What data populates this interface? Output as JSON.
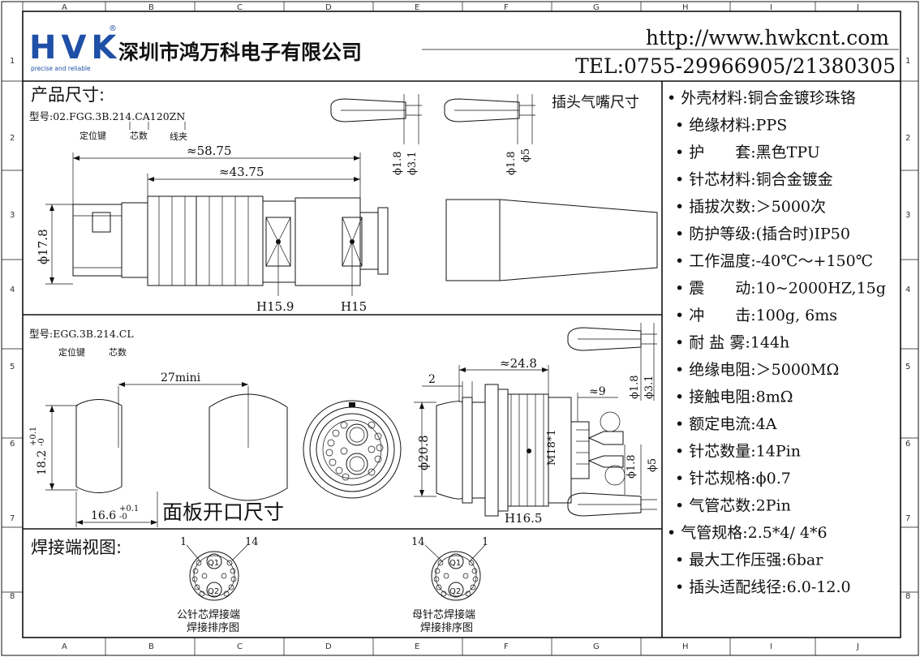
{
  "grid": {
    "cols": [
      "A",
      "B",
      "C",
      "D",
      "E",
      "F",
      "G",
      "H",
      "I",
      "J"
    ],
    "rows": [
      "1",
      "2",
      "3",
      "4",
      "5",
      "6",
      "7",
      "8"
    ]
  },
  "header": {
    "logo_text": "HVK",
    "logo_registered": "®",
    "logo_slogan": "precise and reliable",
    "company": "深圳市鸿万科电子有限公司",
    "website": "http://www.hwkcnt.com",
    "tel": "TEL:0755-29966905/21380305"
  },
  "product": {
    "section_title": "产品尺寸:",
    "model": "型号:02.FGG.3B.214.CA120ZN",
    "model_labels": [
      "定位键",
      "芯数",
      "线夹"
    ],
    "dims": {
      "overall": "≈58.75",
      "body": "≈43.75",
      "diameter": "ϕ17.8",
      "hex1": "H15.9",
      "hex2": "H15"
    },
    "nozzle_title": "插头气嘴尺寸",
    "nozzle_dims": [
      "ϕ1.8",
      "ϕ3.1",
      "ϕ1.8",
      "ϕ5"
    ]
  },
  "panel": {
    "model": "型号:EGG.3B.214.CL",
    "model_labels": [
      "定位键",
      "芯数"
    ],
    "width": "27mini",
    "height": "18.2",
    "height_tol_upper": "+0.1",
    "height_tol_lower": "-0",
    "cut": "16.6",
    "cut_tol_upper": "+0.1",
    "cut_tol_lower": "-0",
    "title": "面板开口尺寸",
    "socket_dims": {
      "length": "≈24.8",
      "flange": "2",
      "offset": "≈9",
      "diameter": "ϕ20.8",
      "thread": "M18*1",
      "hex": "H16.5",
      "nozzle": [
        "ϕ1.8",
        "ϕ3.1",
        "ϕ1.8",
        "ϕ5"
      ]
    }
  },
  "welding": {
    "title": "焊接端视图:",
    "male": {
      "pin_first": "1",
      "pin_last": "14",
      "q1": "Q1",
      "q2": "Q2",
      "caption1": "公针芯焊接端",
      "caption2": "焊接排序图"
    },
    "female": {
      "pin_first": "14",
      "pin_last": "1",
      "q1": "Q1",
      "q2": "Q2",
      "caption1": "母针芯焊接端",
      "caption2": "焊接排序图"
    }
  },
  "specs": [
    {
      "label": "外壳材料",
      "value": "铜合金镀珍珠铬"
    },
    {
      "label": "绝缘材料",
      "value": "PPS"
    },
    {
      "label": "护　　套",
      "value": "黑色TPU"
    },
    {
      "label": "针芯材料",
      "value": "铜合金镀金"
    },
    {
      "label": "插拔次数",
      "value": "＞5000次"
    },
    {
      "label": "防护等级",
      "value": "(插合时)IP50"
    },
    {
      "label": "工作温度",
      "value": "-40℃～+150℃"
    },
    {
      "label": "震　　动",
      "value": "10~2000HZ,15g"
    },
    {
      "label": "冲　　击",
      "value": "100g, 6ms"
    },
    {
      "label": "耐 盐 雾",
      "value": "144h"
    },
    {
      "label": "绝缘电阻",
      "value": "＞5000MΩ"
    },
    {
      "label": "接触电阻",
      "value": "8mΩ"
    },
    {
      "label": "额定电流",
      "value": "4A"
    },
    {
      "label": "针芯数量",
      "value": "14Pin"
    },
    {
      "label": "针芯规格",
      "value": "ϕ0.7"
    },
    {
      "label": "气管芯数",
      "value": "2Pin"
    },
    {
      "label": "气管规格",
      "value": "2.5*4/ 4*6"
    },
    {
      "label": "最大工作压强",
      "value": "6bar"
    },
    {
      "label": "插头适配线径",
      "value": "6.0-12.0"
    }
  ],
  "colors": {
    "logo_blue": "#1f4fa6",
    "line": "#111111"
  }
}
